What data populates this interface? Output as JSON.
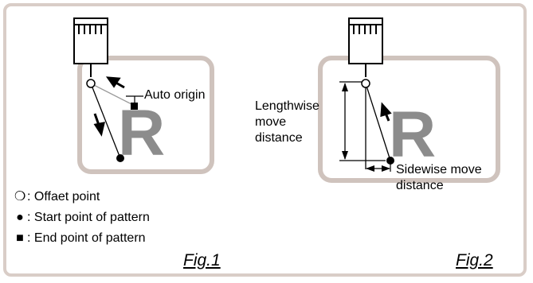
{
  "fig1": {
    "callout_auto_origin": "Auto origin",
    "caption": "Fig.1"
  },
  "fig2": {
    "lengthwise_label": "Lengthwise\nmove\ndistance",
    "sidewise_label": "Sidewise move\ndistance",
    "caption": "Fig.2"
  },
  "letter": "R",
  "legend": [
    {
      "symbol": "❍",
      "icon": "open-circle-icon",
      "text": ": Offaet point"
    },
    {
      "symbol": "●",
      "icon": "filled-circle-icon",
      "text": ": Start point of pattern"
    },
    {
      "symbol": "■",
      "icon": "filled-square-icon",
      "text": ": End point of pattern"
    }
  ],
  "colors": {
    "frame": "#d9cdc7",
    "outline": "#cfc3bd",
    "letter": "#8c8c8c"
  }
}
